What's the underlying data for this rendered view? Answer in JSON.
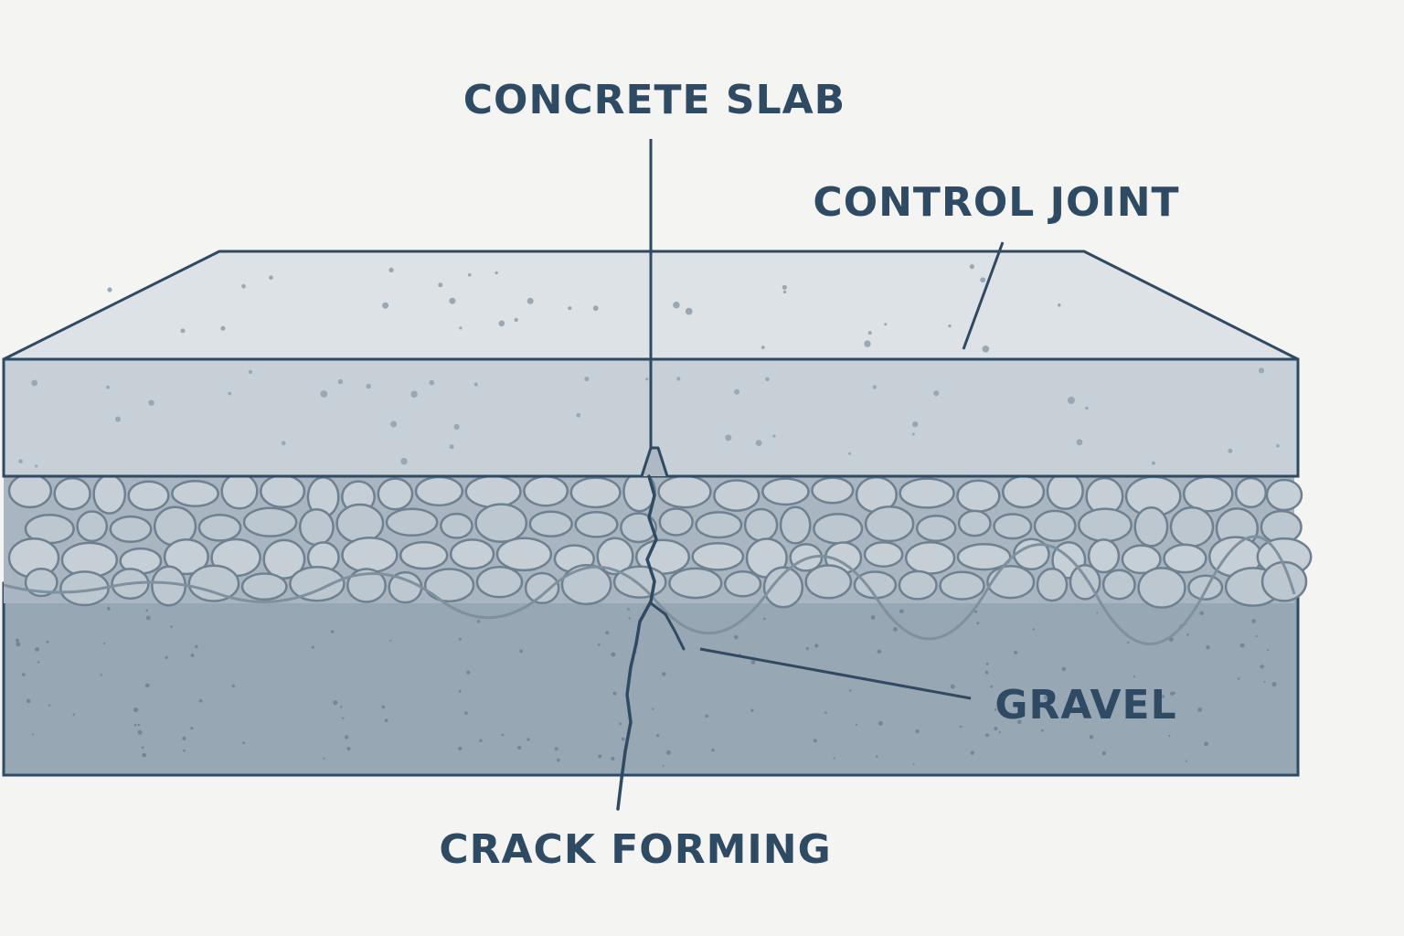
{
  "labels": {
    "concrete_slab": "CONCRETE SLAB",
    "control_joint": "CONTROL JOINT",
    "gravel": "GRAVEL",
    "crack_forming": "CRACK FORMING"
  },
  "colors": {
    "background": "#f4f4f3",
    "outline": "#2f4a63",
    "slab_top": "#dde2e6",
    "slab_front": "#c7d0d7",
    "gravel_bed": "#a9b6c1",
    "stone": "#c3ccd4",
    "soil": "#98a7b4"
  }
}
